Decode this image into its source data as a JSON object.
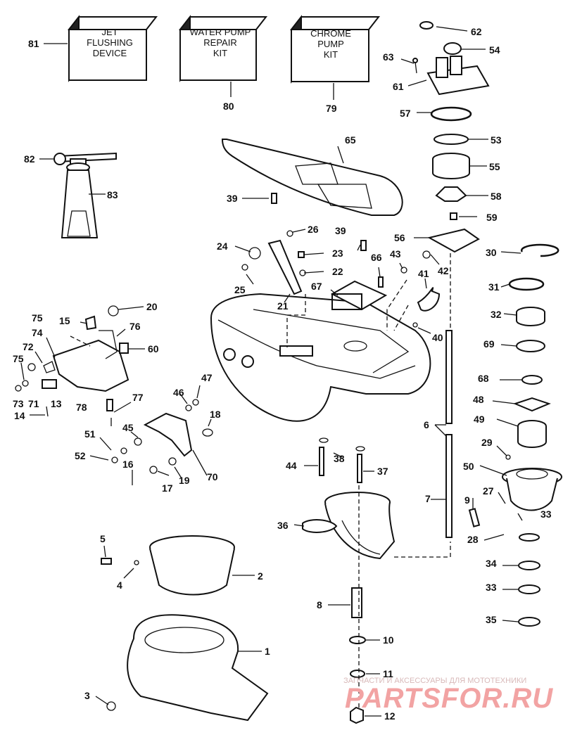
{
  "kits": [
    {
      "num": "81",
      "lines": [
        "JET",
        "FLUSHING",
        "DEVICE"
      ]
    },
    {
      "num": "80",
      "lines": [
        "WATER PUMP",
        "REPAIR",
        "KIT"
      ]
    },
    {
      "num": "79",
      "lines": [
        "CHROME",
        "PUMP",
        "KIT"
      ]
    }
  ],
  "labels": [
    "62",
    "54",
    "63",
    "61",
    "57",
    "53",
    "55",
    "58",
    "59",
    "65",
    "82",
    "83",
    "39",
    "26",
    "39",
    "24",
    "23",
    "22",
    "25",
    "21",
    "66",
    "43",
    "42",
    "41",
    "67",
    "56",
    "30",
    "31",
    "32",
    "69",
    "40",
    "75",
    "15",
    "20",
    "76",
    "60",
    "74",
    "72",
    "75",
    "73",
    "71",
    "13",
    "78",
    "14",
    "77",
    "46",
    "47",
    "18",
    "45",
    "51",
    "52",
    "16",
    "17",
    "19",
    "70",
    "68",
    "48",
    "49",
    "6",
    "29",
    "50",
    "44",
    "38",
    "37",
    "27",
    "33",
    "7",
    "9",
    "36",
    "28",
    "5",
    "4",
    "2",
    "34",
    "33",
    "35",
    "8",
    "10",
    "1",
    "11",
    "3",
    "12"
  ],
  "watermark": {
    "small": "ЗАПЧАСТИ И АКСЕССУАРЫ ДЛЯ МОТОТЕХНИКИ",
    "big": "PARTSFOR.RU"
  }
}
